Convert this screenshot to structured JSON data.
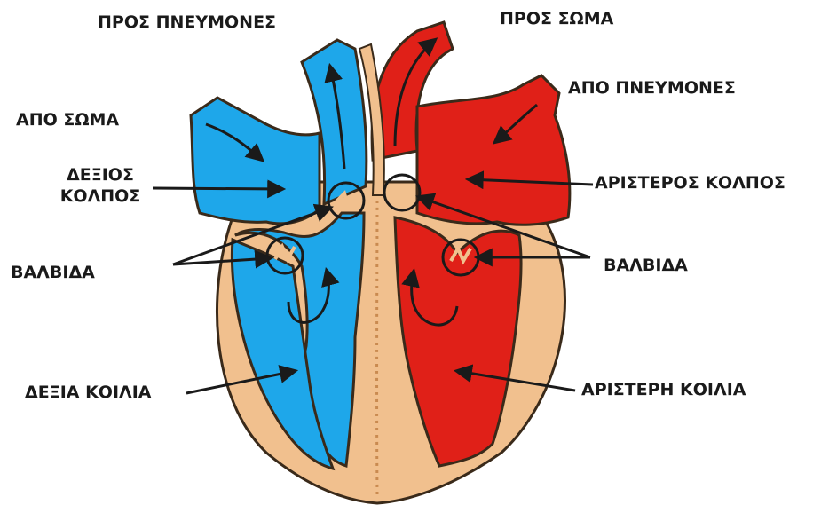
{
  "labels": {
    "pros_pnevmones": "ΠΡΟΣ ΠΝΕΥΜΟΝΕΣ",
    "pros_soma": "ΠΡΟΣ ΣΩΜΑ",
    "apo_soma": "ΑΠΟ ΣΩΜΑ",
    "apo_pnevmones": "ΑΠΟ ΠΝΕΥΜΟΝΕΣ",
    "dexios_kolpos_line1": "ΔΕΞΙΟΣ",
    "dexios_kolpos_line2": "ΚΟΛΠΟΣ",
    "aristeros_kolpos": "ΑΡΙΣΤΕΡΟΣ ΚΟΛΠΟΣ",
    "valvida_left": "ΒΑΛΒΙΔΑ",
    "valvida_right": "ΒΑΛΒΙΔΑ",
    "dexia_koilia": "ΔΕΞΙΑ ΚΟΙΛΙΑ",
    "aristeri_koilia": "ΑΡΙΣΤΕΡΗ ΚΟΙΛΙΑ"
  },
  "colors": {
    "deoxygenated": "#1ea7ea",
    "oxygenated": "#e02018",
    "tissue": "#f1c08e",
    "outline": "#3a2a1a"
  }
}
